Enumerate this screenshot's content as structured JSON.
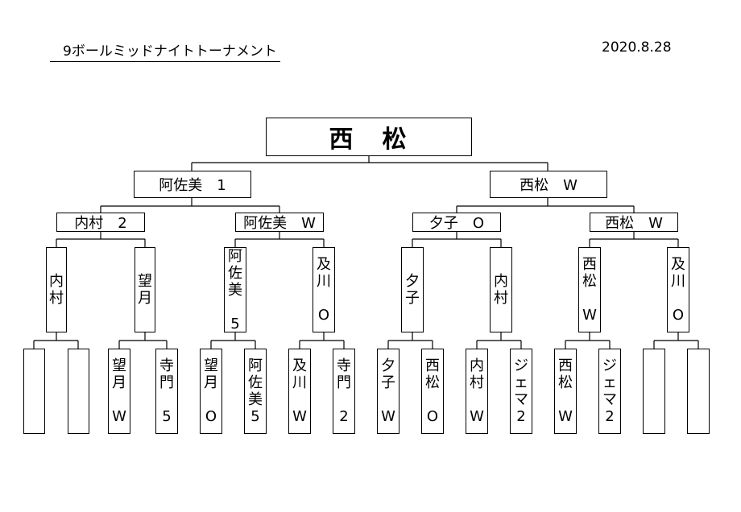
{
  "header": {
    "title": "9ボールミッドナイトトーナメント",
    "date": "2020.8.28"
  },
  "champion": "西　松",
  "semifinal": [
    "阿佐美　1",
    "西松　W"
  ],
  "quarterfinal": [
    "内村　2",
    "阿佐美　W",
    "夕子　O",
    "西松　W"
  ],
  "round2": [
    "内\n村",
    "望\n月",
    "阿\n佐\n美\n\n5",
    "及\n川\n\nO",
    "夕\n子",
    "内\n村",
    "西\n松\n\nW",
    "及\n川\n\nO"
  ],
  "round1": [
    "",
    "",
    "望\n月\n\nW",
    "寺\n門\n\n5",
    "望\n月\n\nO",
    "阿\n佐\n美\n5",
    "及\n川\n\nW",
    "寺\n門\n\n2",
    "夕\n子\n\nW",
    "西\n松\n\nO",
    "内\n村\n\nW",
    "ジ\nェ\nマ\n2",
    "西\n松\n\nW",
    "ジ\nェ\nマ\n2",
    "",
    ""
  ]
}
